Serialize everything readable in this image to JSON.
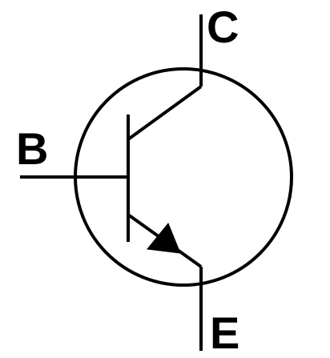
{
  "symbol": {
    "labels": {
      "collector": "C",
      "base": "B",
      "emitter": "E"
    },
    "colors": {
      "stroke": "#000000",
      "background": "#ffffff"
    }
  }
}
